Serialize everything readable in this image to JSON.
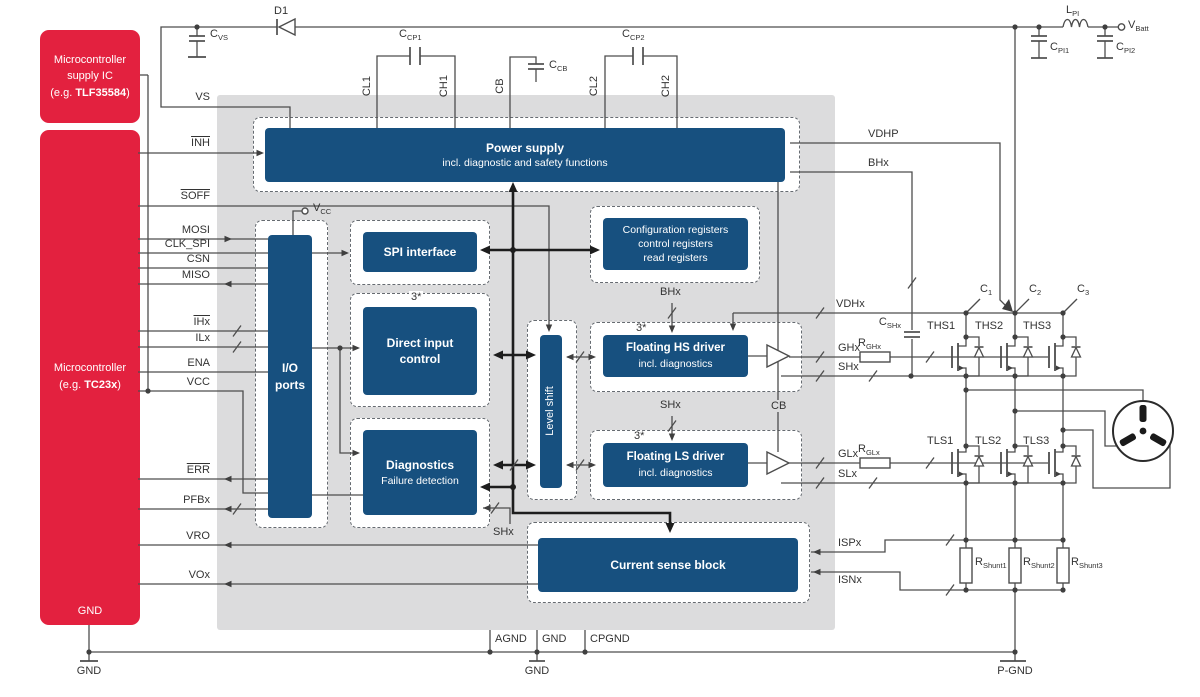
{
  "colors": {
    "brand_red": "#e3213f",
    "block_blue": "#17507f",
    "chip_gray": "#dcdcdd",
    "wire": "#4d4d4d"
  },
  "left_blocks": {
    "supply": {
      "line1": "Microcontroller",
      "line2": "supply IC",
      "part_prefix": "(e.g. ",
      "part": "TLF35584",
      "part_suffix": ")"
    },
    "mcu": {
      "line1": "Microcontroller",
      "part_prefix": "(e.g. ",
      "part": "TC23x",
      "part_suffix": ")",
      "gnd": "GND"
    }
  },
  "core_blocks": {
    "power_supply": {
      "title": "Power supply",
      "subtitle": "incl. diagnostic and safety functions"
    },
    "spi": {
      "label": "SPI interface"
    },
    "config": {
      "line1": "Configuration registers",
      "line2": "control registers",
      "line3": "read registers"
    },
    "direct_input": {
      "line1": "Direct input",
      "line2": "control"
    },
    "diagnostics": {
      "title": "Diagnostics",
      "subtitle": "Failure detection"
    },
    "io_ports": {
      "line1": "I/O",
      "line2": "ports"
    },
    "level_shift": {
      "label": "Level shift"
    },
    "hs_driver": {
      "title": "Floating HS driver",
      "subtitle": "incl. diagnostics"
    },
    "ls_driver": {
      "title": "Floating LS driver",
      "subtitle": "incl. diagnostics"
    },
    "current_sense": {
      "label": "Current sense block"
    }
  },
  "pins": {
    "vs": "VS",
    "inh": "INH",
    "soff": "SOFF",
    "mosi": "MOSI",
    "clk_spi": "CLK_SPI",
    "csn": "CSN",
    "miso": "MISO",
    "ihx": "IHx",
    "ilx": "ILx",
    "ena": "ENA",
    "vcc": "VCC",
    "err": "ERR",
    "pfbx": "PFBx",
    "vro": "VRO",
    "vox": "VOx",
    "vdhp": "VDHP",
    "bhx": "BHx",
    "vdhx": "VDHx",
    "ghx": "GHx",
    "shx": "SHx",
    "glx": "GLx",
    "slx": "SLx",
    "ispx": "ISPx",
    "isnx": "ISNx",
    "cl1": "CL1",
    "ch1": "CH1",
    "cb": "CB",
    "cl2": "CL2",
    "ch2": "CH2",
    "agnd": "AGND",
    "gnd": "GND",
    "cpgnd": "CPGND",
    "bhx_drv": "BHx",
    "shx_drv": "SHx",
    "cb_drv": "CB",
    "shx_fb": "SHx",
    "mult": "3*"
  },
  "components": {
    "d1": "D1",
    "cvs": {
      "m": "C",
      "s": "VS"
    },
    "ccp1": {
      "m": "C",
      "s": "CP1"
    },
    "ccb": {
      "m": "C",
      "s": "CB"
    },
    "ccp2": {
      "m": "C",
      "s": "CP2"
    },
    "lpi": {
      "m": "L",
      "s": "PI"
    },
    "vbatt": {
      "m": "V",
      "s": "Batt"
    },
    "cpi1": {
      "m": "C",
      "s": "PI1"
    },
    "cpi2": {
      "m": "C",
      "s": "PI2"
    },
    "vcc_term": {
      "m": "V",
      "s": "CC"
    },
    "cshx": {
      "m": "C",
      "s": "SHx"
    },
    "rghx": {
      "m": "R",
      "s": "GHx"
    },
    "rglx": {
      "m": "R",
      "s": "GLx"
    },
    "rshunt1": {
      "m": "R",
      "s": "Shunt1"
    },
    "rshunt2": {
      "m": "R",
      "s": "Shunt2"
    },
    "rshunt3": {
      "m": "R",
      "s": "Shunt3"
    },
    "c1": {
      "m": "C",
      "s": "1"
    },
    "c2": {
      "m": "C",
      "s": "2"
    },
    "c3": {
      "m": "C",
      "s": "3"
    },
    "ths1": "THS1",
    "ths2": "THS2",
    "ths3": "THS3",
    "tls1": "TLS1",
    "tls2": "TLS2",
    "tls3": "TLS3"
  },
  "grounds": {
    "gnd_mcu": "GND",
    "gnd_mid": "GND",
    "pgnd": "P-GND"
  }
}
